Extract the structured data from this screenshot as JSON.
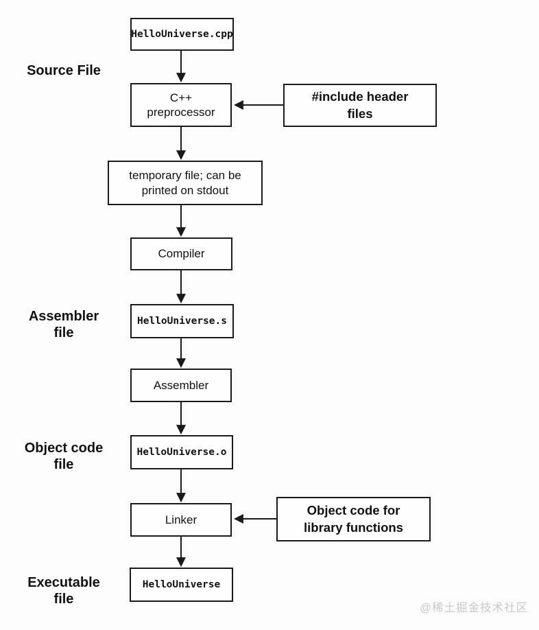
{
  "diagram": {
    "title_semantic": "C++ build pipeline flowchart",
    "colors": {
      "background": "#fcfcfc",
      "box_border": "#1a1a1a",
      "arrow": "#1a1a1a",
      "watermark": "#c9c9c9"
    },
    "nodes": {
      "source_file": "HelloUniverse.cpp",
      "preprocessor": "C++\npreprocessor",
      "temp_file": "temporary file; can be\nprinted on stdout",
      "compiler": "Compiler",
      "assembly_file": "HelloUniverse.s",
      "assembler": "Assembler",
      "object_file": "HelloUniverse.o",
      "linker": "Linker",
      "executable_file": "HelloUniverse"
    },
    "callouts": {
      "include_headers": "#include header\nfiles",
      "library_objects": "Object code for\nlibrary functions"
    },
    "side_labels": {
      "source": "Source File",
      "assembler": "Assembler\nfile",
      "object": "Object code\nfile",
      "executable": "Executable\nfile"
    },
    "watermark": "@稀土掘金技术社区"
  }
}
